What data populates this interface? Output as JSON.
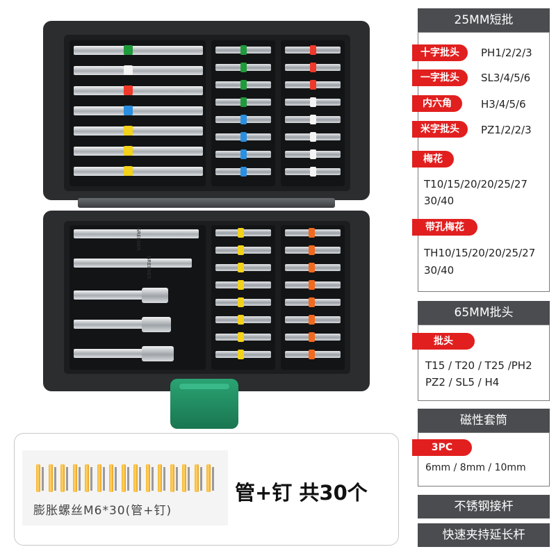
{
  "panel_25mm": {
    "header": "25MM短批",
    "rows": [
      {
        "tag": "十字批头",
        "value": "PH1/2/2/3"
      },
      {
        "tag": "一字批头",
        "value": "SL3/4/5/6"
      },
      {
        "tag": "内六角",
        "value": "H3/4/5/6"
      },
      {
        "tag": "米字批头",
        "value": "PZ1/2/2/3"
      },
      {
        "tag": "梅花",
        "value_line1": "T10/15/20/20/25/27",
        "value_line2": "30/40"
      },
      {
        "tag": "带孔梅花",
        "value_line1": "TH10/15/20/20/25/27",
        "value_line2": "30/40"
      }
    ]
  },
  "panel_65mm": {
    "header": "65MM批头",
    "tag": "批头",
    "value_line1": "T15 / T20 / T25 /PH2",
    "value_line2": "PZ2 / SL5 / H4"
  },
  "panel_socket": {
    "header": "磁性套筒",
    "tag": "3PC",
    "value": "6mm / 8mm / 10mm"
  },
  "panel_rod": {
    "label": "不锈钢接杆"
  },
  "panel_extension": {
    "label": "快速夹持延长杆"
  },
  "bottom": {
    "anchor_caption": "膨胀螺丝M6*30(管+钉)",
    "total_label": "管+钉 共30个"
  },
  "case": {
    "brand_mark_1": "GREENER",
    "brand_mark_2": "GREENER",
    "colors": {
      "body": "#2b2d2f",
      "latch": "#1e8a5e",
      "tag_red": "#e11f1f",
      "header_gray": "#4a4c4f"
    }
  }
}
